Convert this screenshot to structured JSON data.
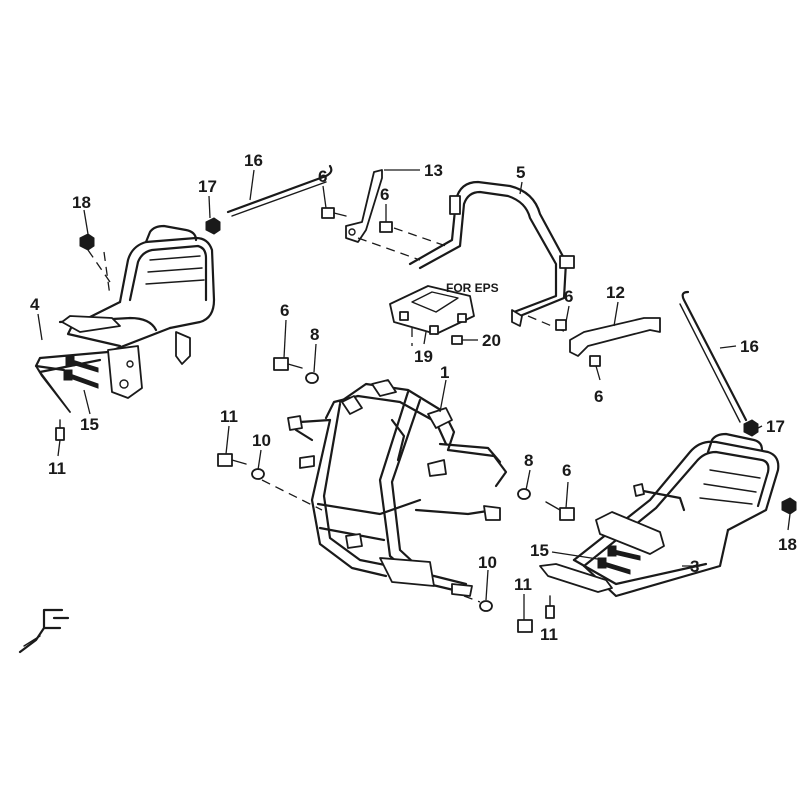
{
  "note": "FOR EPS",
  "callouts": [
    {
      "id": "c16a",
      "label": "16"
    },
    {
      "id": "c17a",
      "label": "17"
    },
    {
      "id": "c18a",
      "label": "18"
    },
    {
      "id": "c4",
      "label": "4"
    },
    {
      "id": "c15a",
      "label": "15"
    },
    {
      "id": "c11a",
      "label": "11"
    },
    {
      "id": "c6a",
      "label": "6"
    },
    {
      "id": "c13",
      "label": "13"
    },
    {
      "id": "c6b",
      "label": "6"
    },
    {
      "id": "c5",
      "label": "5"
    },
    {
      "id": "c6c",
      "label": "6"
    },
    {
      "id": "c12",
      "label": "12"
    },
    {
      "id": "c19",
      "label": "19"
    },
    {
      "id": "c20",
      "label": "20"
    },
    {
      "id": "c6d",
      "label": "6"
    },
    {
      "id": "c8a",
      "label": "8"
    },
    {
      "id": "c1",
      "label": "1"
    },
    {
      "id": "c16b",
      "label": "16"
    },
    {
      "id": "c6e",
      "label": "6"
    },
    {
      "id": "c17b",
      "label": "17"
    },
    {
      "id": "c11b",
      "label": "11"
    },
    {
      "id": "c10a",
      "label": "10"
    },
    {
      "id": "c8b",
      "label": "8"
    },
    {
      "id": "c6f",
      "label": "6"
    },
    {
      "id": "c18b",
      "label": "18"
    },
    {
      "id": "c15b",
      "label": "15"
    },
    {
      "id": "c3",
      "label": "3"
    },
    {
      "id": "c10b",
      "label": "10"
    },
    {
      "id": "c11c",
      "label": "11"
    },
    {
      "id": "c11d",
      "label": "11"
    }
  ]
}
